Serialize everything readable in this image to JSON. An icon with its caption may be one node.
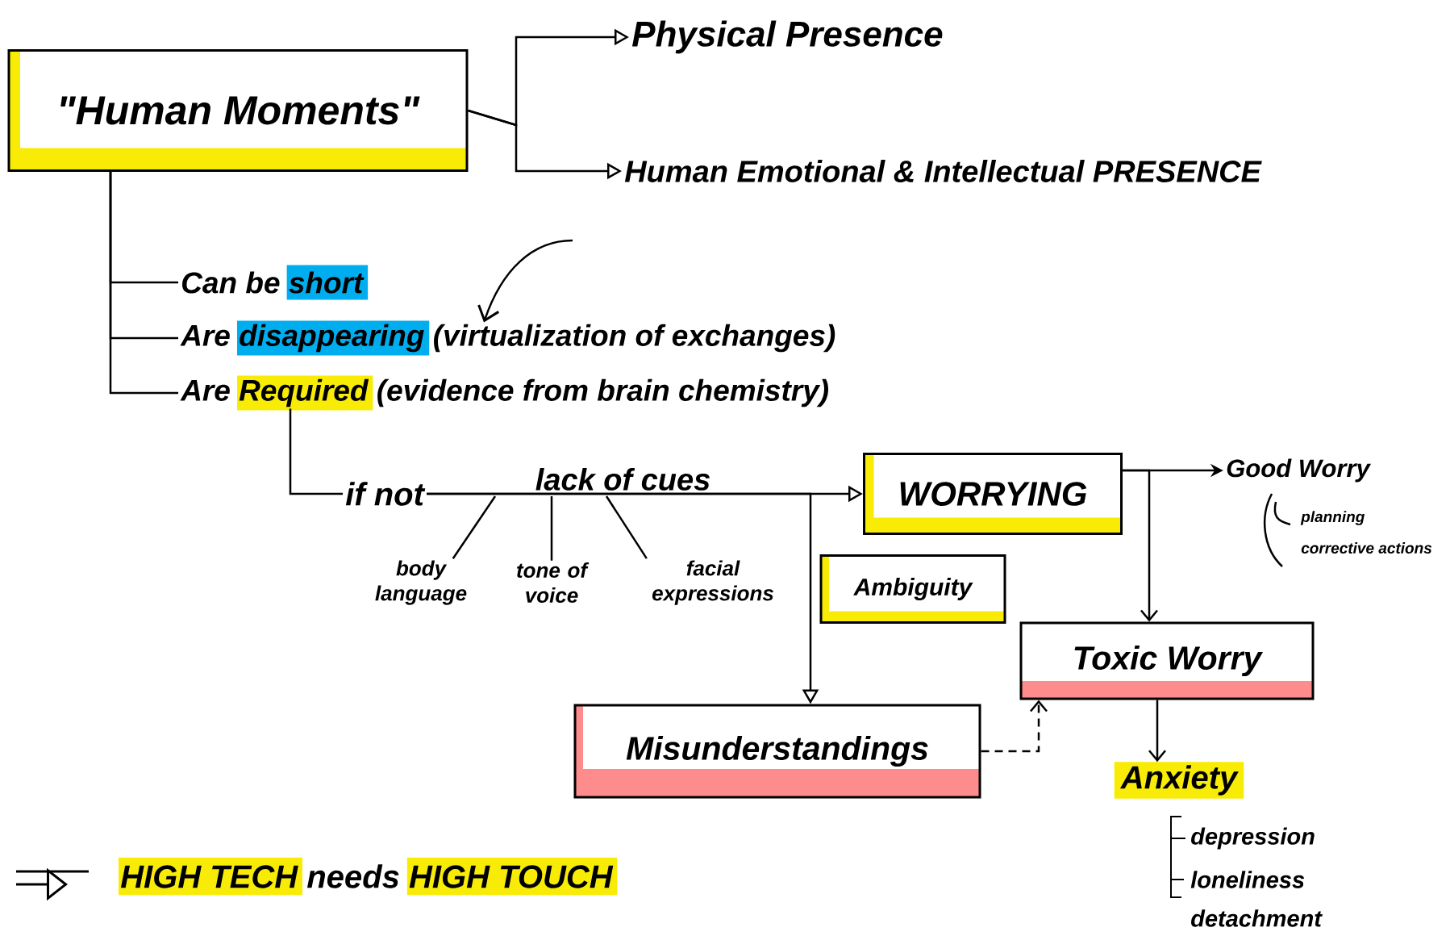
{
  "diagram": {
    "nodes": [
      {
        "text": [
          "\"Human Moments\""
        ]
      },
      {
        "text": [
          "Physical Presence"
        ]
      },
      {
        "text": [
          "Human Emotional & Intellectual PRESENCE"
        ]
      },
      {
        "text": [
          "Can be short"
        ]
      },
      {
        "text": [
          "Are disappearing (virtualization of exchanges)"
        ]
      },
      {
        "text": [
          "Are Required (evidence from brain chemistry)"
        ]
      },
      {
        "text": [
          "if not"
        ]
      },
      {
        "text": [
          "body language"
        ]
      },
      {
        "text": [
          "tone of voice"
        ]
      },
      {
        "text": [
          "facial expressions"
        ]
      },
      {
        "text": [
          "WORRYING"
        ]
      },
      {
        "text": [
          "Ambiguity"
        ]
      },
      {
        "text": [
          "Good Worry"
        ]
      },
      {
        "text": [
          "Toxic Worry"
        ]
      },
      {
        "text": [
          "Misunderstandings"
        ]
      },
      {
        "text": [
          "Anxiety"
        ]
      }
    ],
    "edges": [
      {
        "from": 0,
        "to": 1,
        "arrow": "to"
      },
      {
        "from": 0,
        "to": 2,
        "arrow": "to"
      },
      {
        "from": 0,
        "to": 3,
        "arrow": "none"
      },
      {
        "from": 0,
        "to": 4,
        "arrow": "none"
      },
      {
        "from": 0,
        "to": 5,
        "arrow": "none"
      },
      {
        "from": null,
        "to": 4,
        "arrow": "to"
      },
      {
        "from": 5,
        "to": 6,
        "arrow": "none"
      },
      {
        "from": 6,
        "to": 10,
        "arrow": "to",
        "label": "lack of cues"
      },
      {
        "from": 7,
        "to": null,
        "arrow": "none"
      },
      {
        "from": 8,
        "to": null,
        "arrow": "none"
      },
      {
        "from": 9,
        "to": null,
        "arrow": "none"
      },
      {
        "from": 6,
        "to": 14,
        "arrow": "to"
      },
      {
        "from": 10,
        "to": 12,
        "arrow": "to"
      },
      {
        "from": 10,
        "to": 13,
        "arrow": "to"
      },
      {
        "from": 14,
        "to": 13,
        "arrow": "to",
        "style": "dashed"
      },
      {
        "from": 13,
        "to": 15,
        "arrow": "to"
      }
    ],
    "labels": [
      "planning",
      "corrective actions",
      "depression",
      "loneliness",
      "detachment",
      "HIGH TECH needs HIGH TOUCH"
    ]
  }
}
